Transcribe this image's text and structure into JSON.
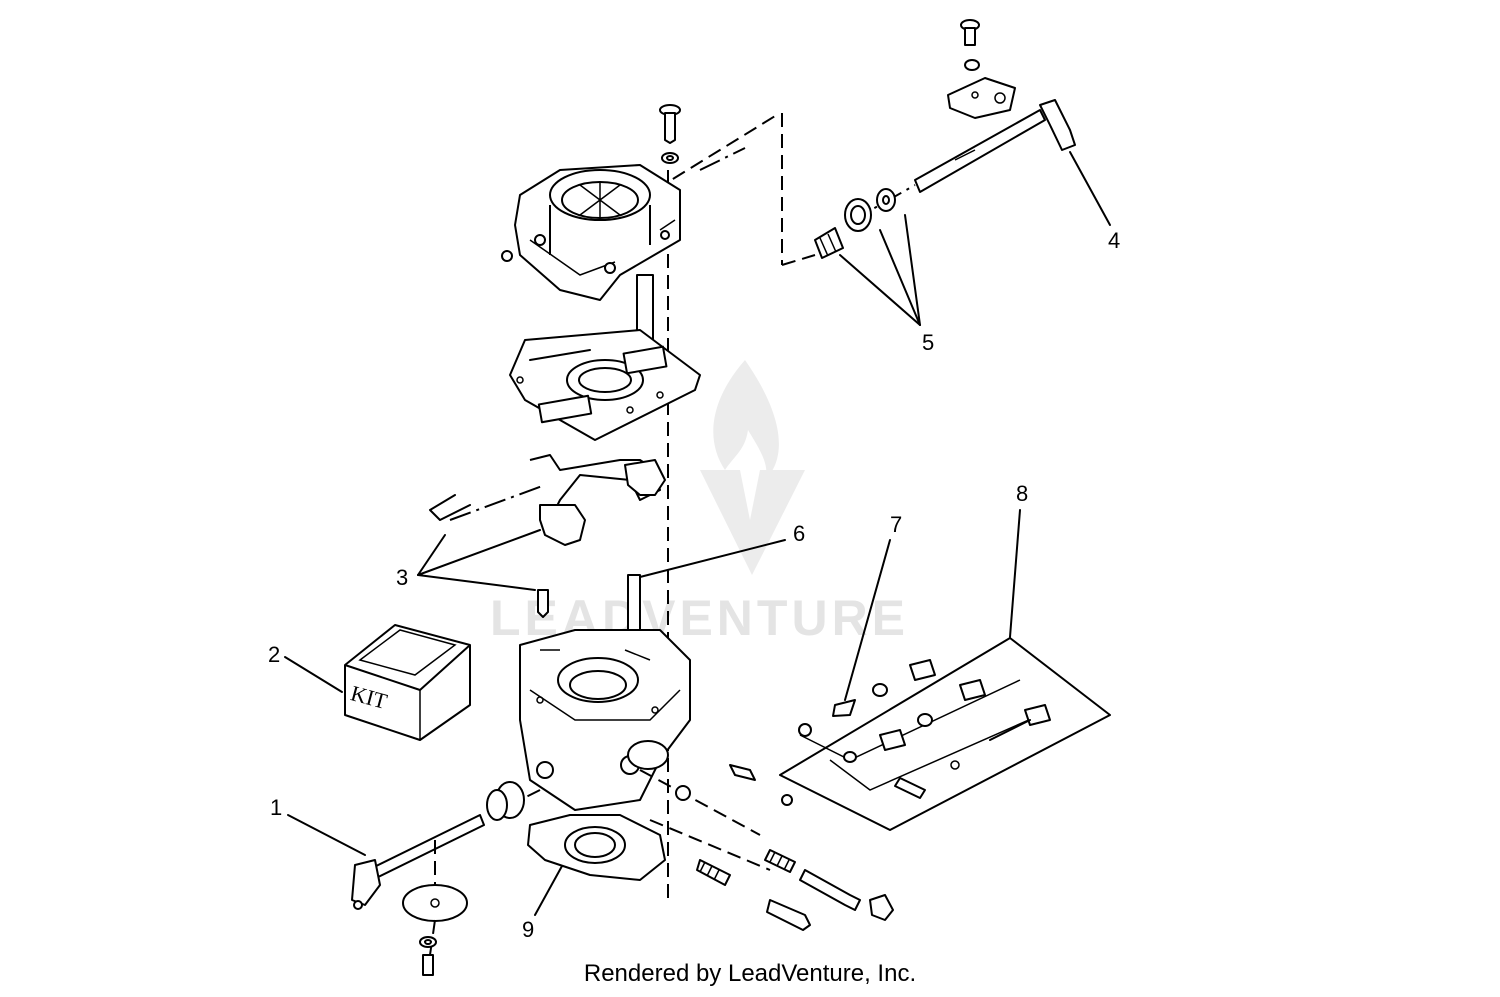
{
  "diagram": {
    "callouts": [
      "1",
      "2",
      "3",
      "4",
      "5",
      "6",
      "7",
      "8",
      "9"
    ],
    "kit_label": "KIT",
    "watermark": "LEADVENTURE"
  },
  "footer": {
    "text": "Rendered by LeadVenture, Inc."
  }
}
